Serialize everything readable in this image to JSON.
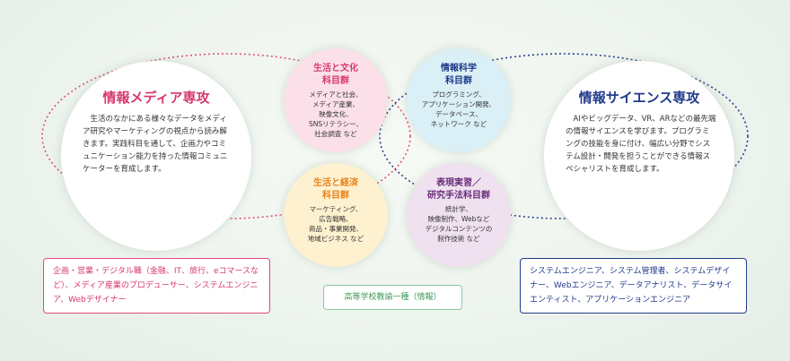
{
  "media_major": {
    "title": "情報メディア専攻",
    "description": "生活のなかにある様々なデータをメディア研究やマーケティングの視点から読み解きます。実践科目を通して、企画力やコミュニケーション能力を持った情報コミュニケーターを育成します。"
  },
  "info_science_major": {
    "title": "情報サイエンス専攻",
    "description": "AIやビッグデータ、VR、ARなどの最先端の情報サイエンスを学びます。プログラミングの技能を身に付け、幅広い分野でシステム設計・開発を担うことができる情報スペシャリストを育成します。"
  },
  "subject_groups": {
    "life_culture": {
      "title": "生活と文化\n科目群",
      "body": "メディアと社会、\nメディア産業、\n映像文化、\nSNSリテラシー、\n社会調査 など"
    },
    "info_science": {
      "title": "情報科学\n科目群",
      "body": "プログラミング、\nアプリケーション開発、\nデータベース、\nネットワーク など"
    },
    "life_economy": {
      "title": "生活と経済\n科目群",
      "body": "マーケティング、\n広告戦略、\n商品・事業開発、\n地域ビジネス など"
    },
    "research": {
      "title": "表現実習／\n研究手法科目群",
      "body": "統計学、\n映像制作、Webなど\nデジタルコンテンツの\n制作技術 など"
    }
  },
  "careers": {
    "media": "企画・営業・デジタル職（金融、IT、旅行、eコマースなど）、メディア産業のプロデューサー、システムエンジニア、Webデザイナー",
    "info_science": "システムエンジニア、システム管理者、システムデザイナー、Webエンジニア、データアナリスト、データサイエンティスト、アプリケーションエンジニア",
    "teacher_license": "高等学校教諭一種（情報）"
  },
  "colors": {
    "media_accent": "#d6386e",
    "info_accent": "#1f3a8a",
    "economy_accent": "#e8821a",
    "research_accent": "#6a2c7a",
    "teacher_accent": "#3f9a58"
  }
}
